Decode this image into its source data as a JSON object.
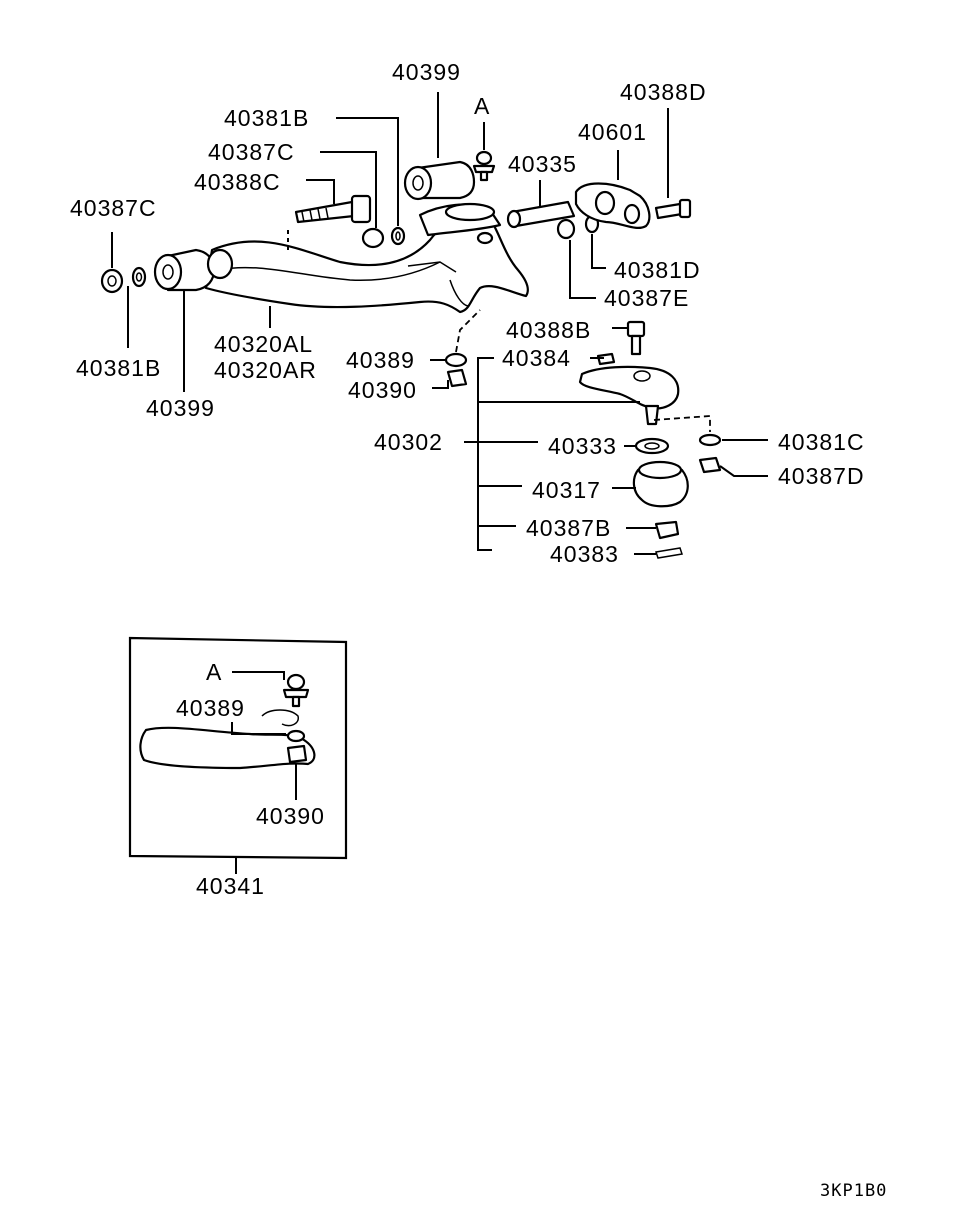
{
  "labels": {
    "p40399_top": "40399",
    "a_top": "A",
    "p40388D": "40388D",
    "p40381B_top": "40381B",
    "p40601": "40601",
    "p40387C_top": "40387C",
    "p40335": "40335",
    "p40388C": "40388C",
    "p40387C_left": "40387C",
    "p40381D": "40381D",
    "p40387E": "40387E",
    "p40320AL": "40320AL",
    "p40320AR": "40320AR",
    "p40388B": "40388B",
    "p40389_main": "40389",
    "p40384": "40384",
    "p40381B_left": "40381B",
    "p40390_main": "40390",
    "p40399_bottom": "40399",
    "p40302": "40302",
    "p40333": "40333",
    "p40381C": "40381C",
    "p40317": "40317",
    "p40387D": "40387D",
    "p40387B": "40387B",
    "p40383": "40383",
    "inset_a": "A",
    "inset_40389": "40389",
    "inset_40390": "40390",
    "p40341": "40341",
    "diagram_code": "3KP1B0"
  }
}
